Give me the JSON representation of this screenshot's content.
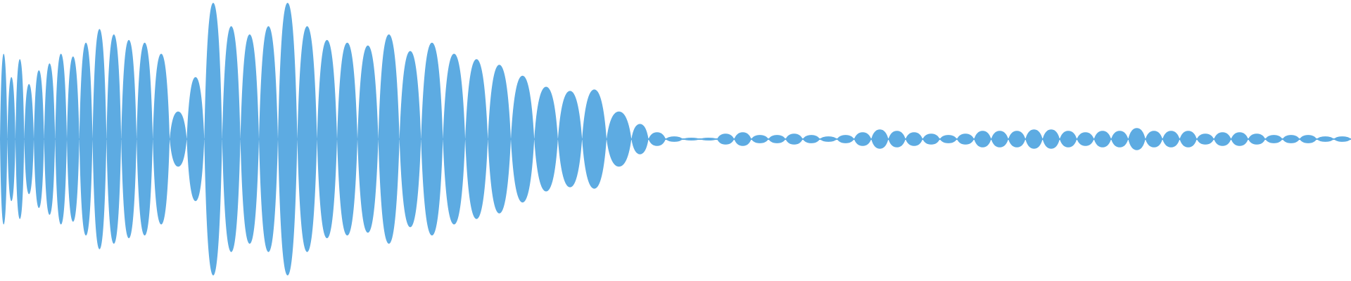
{
  "waveform": {
    "color": "#5dabe2",
    "background": "#ffffff",
    "amplitude_envelope": [
      0.62,
      0.45,
      0.58,
      0.4,
      0.5,
      0.55,
      0.62,
      0.6,
      0.7,
      0.8,
      0.76,
      0.72,
      0.7,
      0.62,
      0.2,
      0.45,
      0.99,
      0.82,
      0.76,
      0.82,
      0.99,
      0.82,
      0.72,
      0.7,
      0.68,
      0.76,
      0.64,
      0.7,
      0.62,
      0.58,
      0.54,
      0.46,
      0.38,
      0.35,
      0.36,
      0.2,
      0.11,
      0.05,
      0.02,
      0.01,
      0.01,
      0.04,
      0.05,
      0.03,
      0.03,
      0.04,
      0.03,
      0.02,
      0.03,
      0.05,
      0.07,
      0.06,
      0.05,
      0.04,
      0.03,
      0.04,
      0.06,
      0.06,
      0.06,
      0.07,
      0.07,
      0.06,
      0.05,
      0.06,
      0.06,
      0.08,
      0.06,
      0.06,
      0.06,
      0.04,
      0.05,
      0.05,
      0.04,
      0.03,
      0.03,
      0.03,
      0.02,
      0.02
    ]
  }
}
